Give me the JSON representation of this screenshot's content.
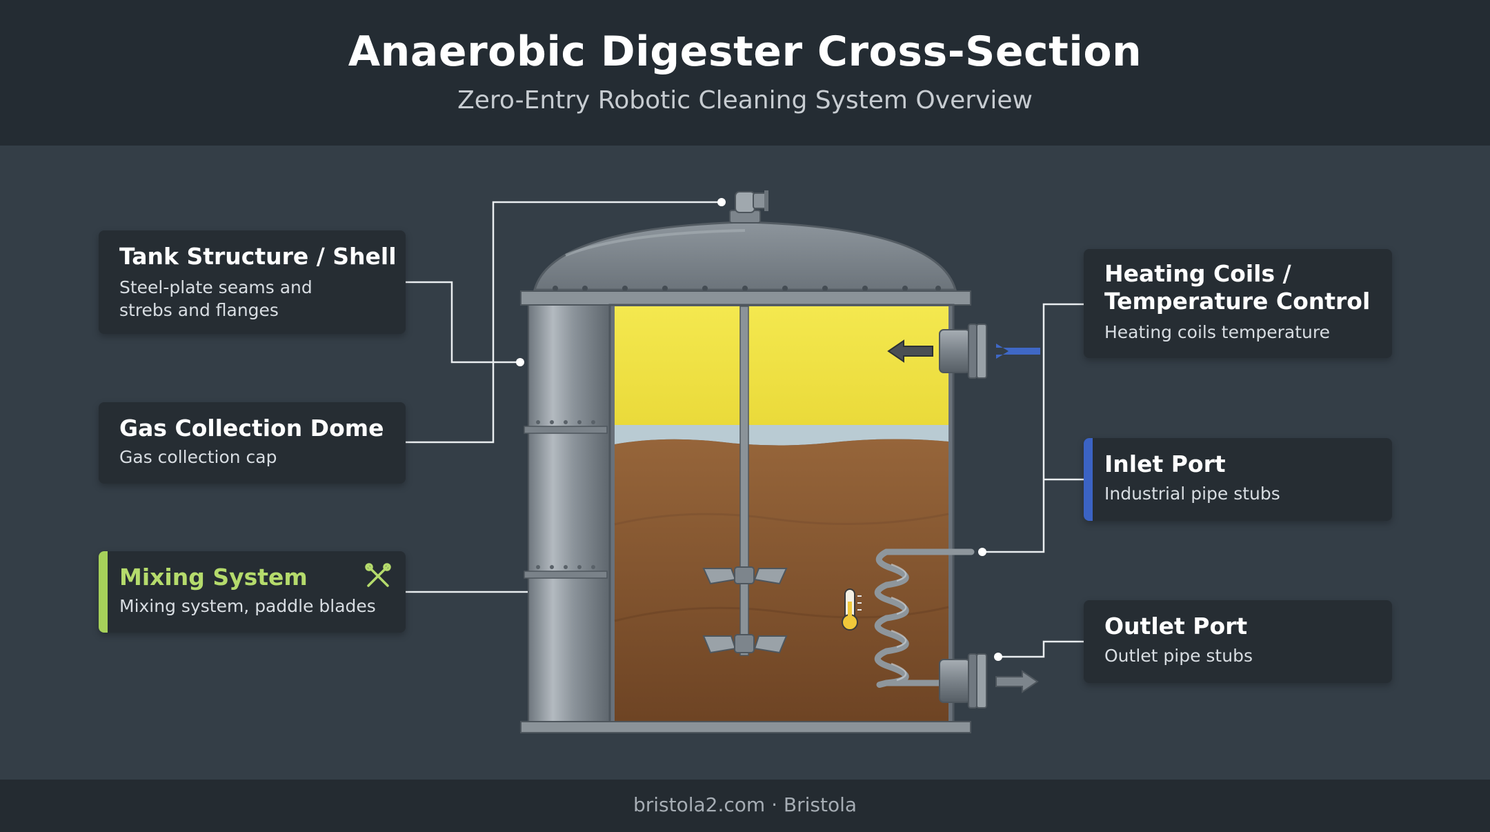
{
  "header": {
    "title": "Anaerobic Digester Cross-Section",
    "subtitle": "Zero-Entry Robotic Cleaning System Overview"
  },
  "cards": {
    "tank_structure": {
      "title": "Tank Structure / Shell",
      "desc_line1": "Steel-plate seams and",
      "desc_line2": "strebs and flanges"
    },
    "gas_dome": {
      "title": "Gas Collection Dome",
      "desc": "Gas collection cap"
    },
    "mixing": {
      "title": "Mixing System",
      "desc": "Mixing system, paddle blades",
      "icon": "crossed-tools-icon",
      "accent": "#a6d15a"
    },
    "heating": {
      "title_line1": "Heating Coils /",
      "title_line2": "Temperature Control",
      "desc": "Heating coils temperature",
      "icon": "thermometer-icon"
    },
    "inlet": {
      "title": "Inlet Port",
      "desc": "Industrial pipe stubs",
      "accent": "#3b63c4"
    },
    "outlet": {
      "title": "Outlet Port",
      "desc": "Outlet pipe stubs"
    }
  },
  "colors": {
    "biogas": "#f2e34a",
    "sludge": "#8a5a31",
    "steel": "#8f979e",
    "inlet_arrow": "#3f68c6"
  },
  "footer": {
    "text": "bristola2.com · Bristola"
  }
}
